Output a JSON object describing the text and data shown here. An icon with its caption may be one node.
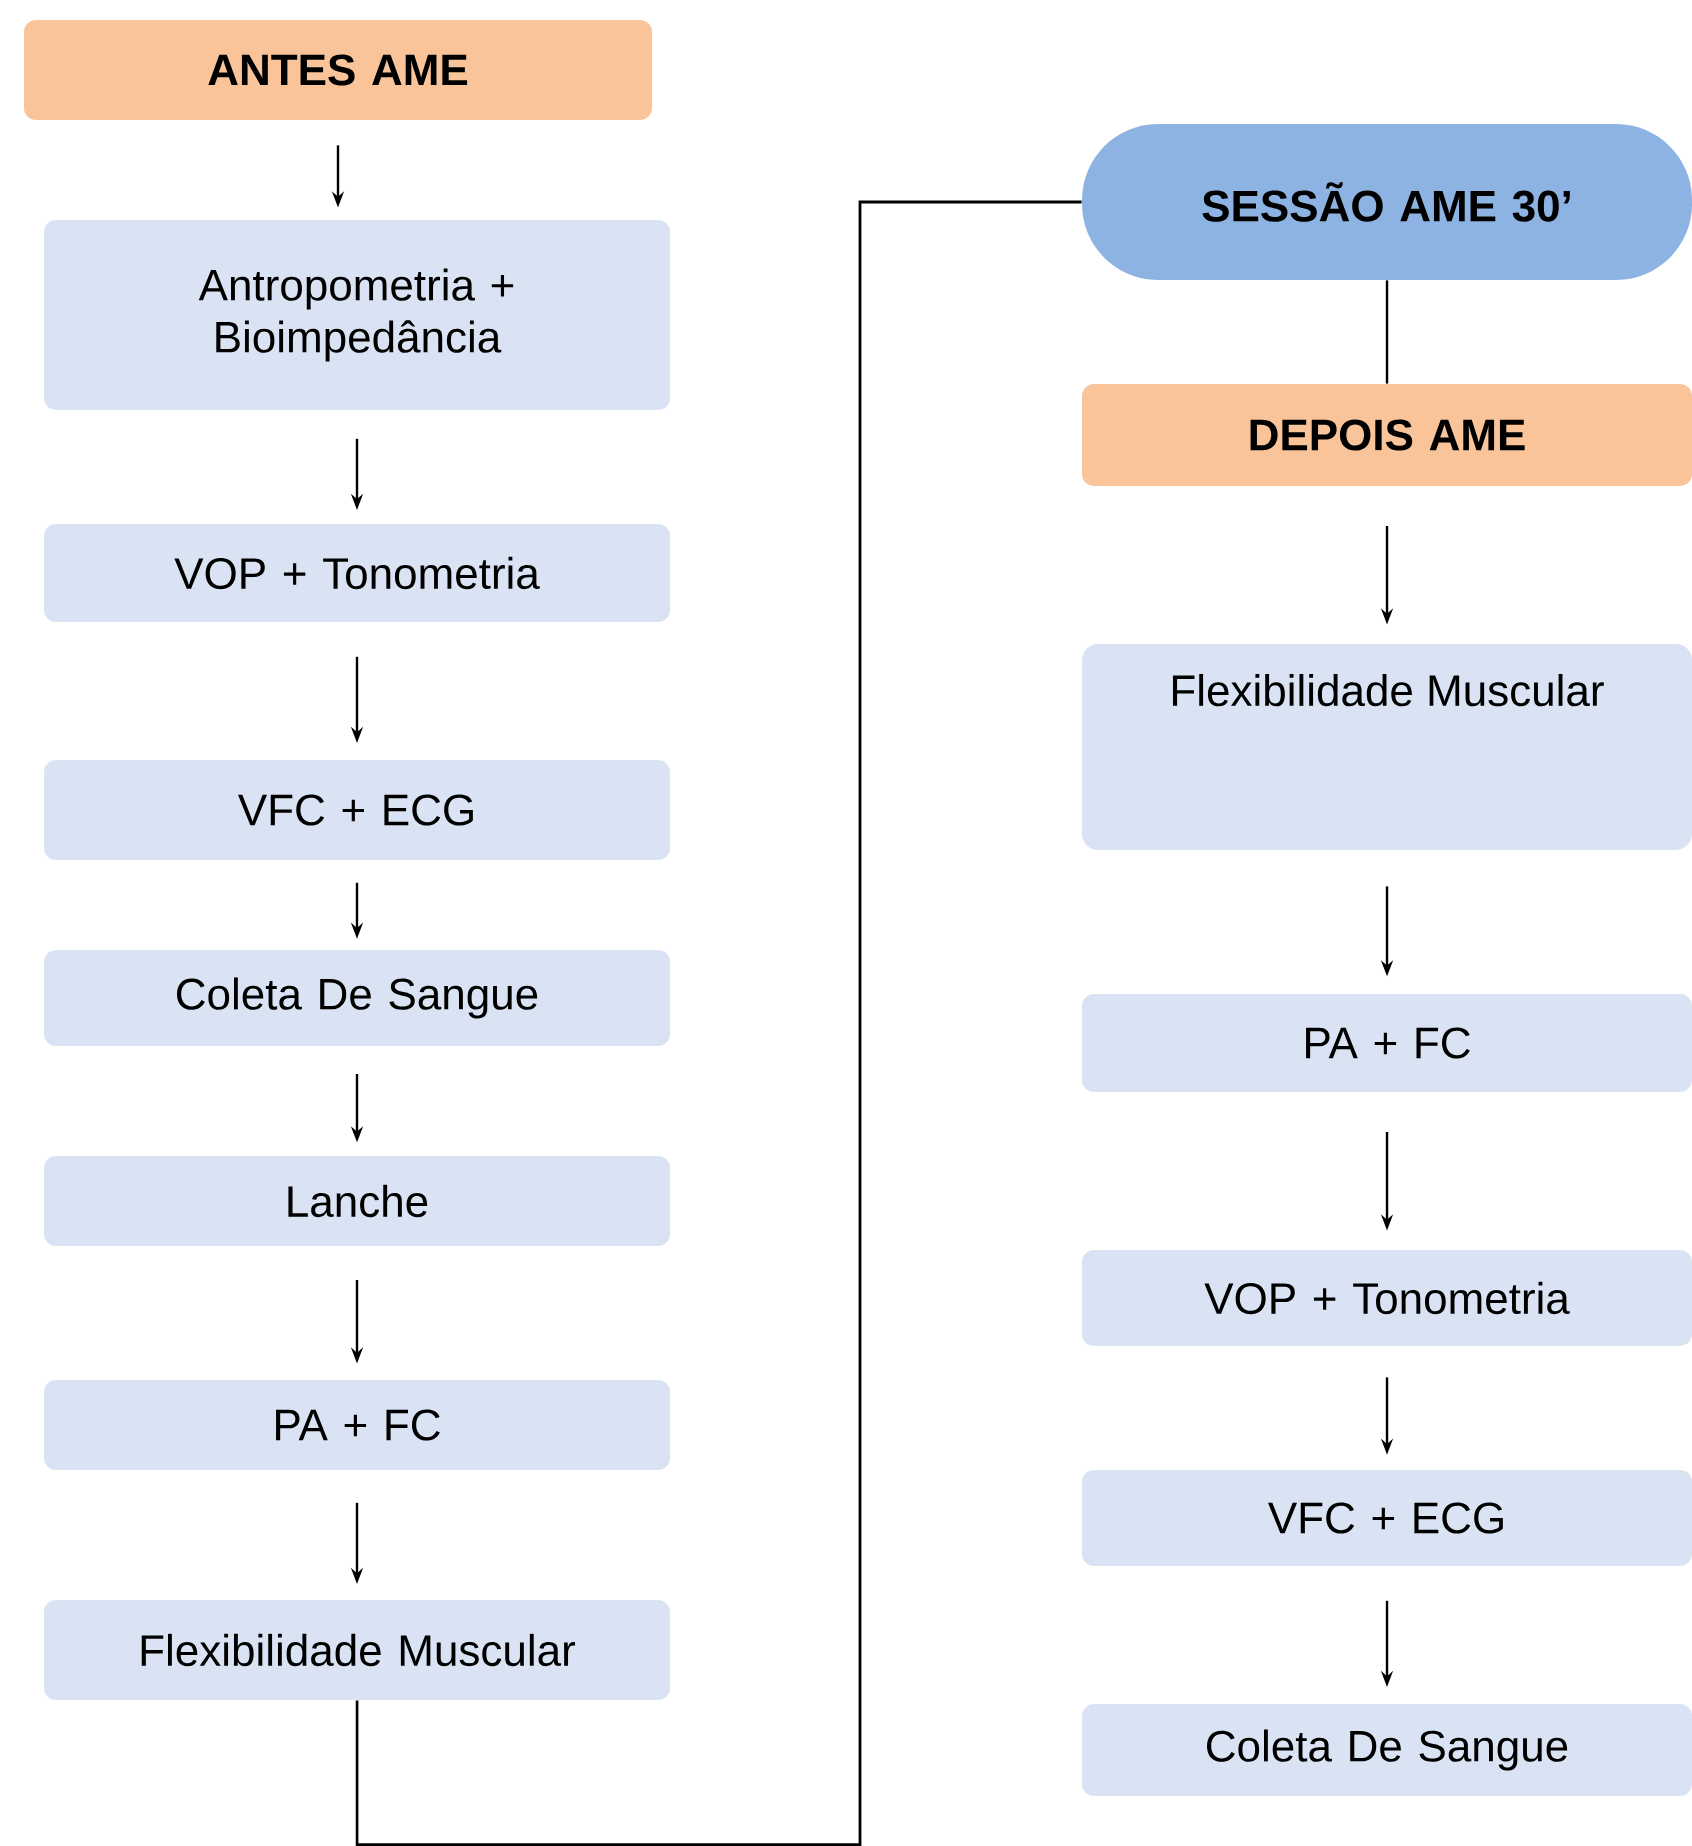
{
  "diagram": {
    "nodes": [
      {
        "text": [
          "ANTES AME"
        ]
      },
      {
        "text": [
          "Antropometria + Bioimpedância"
        ]
      },
      {
        "text": [
          "VOP + Tonometria"
        ]
      },
      {
        "text": [
          "VFC + ECG"
        ]
      },
      {
        "text": [
          "Coleta De Sangue"
        ]
      },
      {
        "text": [
          "Lanche"
        ]
      },
      {
        "text": [
          "PA + FC"
        ]
      },
      {
        "text": [
          "Flexibilidade Muscular"
        ]
      },
      {
        "text": [
          "SESSÃO AME 30’"
        ]
      },
      {
        "text": [
          "DEPOIS AME"
        ]
      },
      {
        "text": [
          "Flexibilidade Muscular"
        ]
      },
      {
        "text": [
          "PA + FC"
        ]
      },
      {
        "text": [
          "VOP + Tonometria"
        ]
      },
      {
        "text": [
          "VFC + ECG"
        ]
      },
      {
        "text": [
          "Coleta De Sangue"
        ]
      }
    ],
    "edges": [
      {
        "from": 0,
        "to": 1,
        "arrow": "to"
      },
      {
        "from": 1,
        "to": 2,
        "arrow": "to"
      },
      {
        "from": 2,
        "to": 3,
        "arrow": "to"
      },
      {
        "from": 3,
        "to": 4,
        "arrow": "to"
      },
      {
        "from": 4,
        "to": 5,
        "arrow": "to"
      },
      {
        "from": 5,
        "to": 6,
        "arrow": "to"
      },
      {
        "from": 6,
        "to": 7,
        "arrow": "to"
      },
      {
        "from": 7,
        "to": 8,
        "arrow": "none"
      },
      {
        "from": 8,
        "to": 9,
        "arrow": "none"
      },
      {
        "from": 9,
        "to": 10,
        "arrow": "to"
      },
      {
        "from": 10,
        "to": 11,
        "arrow": "to"
      },
      {
        "from": 11,
        "to": 12,
        "arrow": "to"
      },
      {
        "from": 12,
        "to": 13,
        "arrow": "to"
      },
      {
        "from": 13,
        "to": 14,
        "arrow": "to"
      }
    ]
  }
}
